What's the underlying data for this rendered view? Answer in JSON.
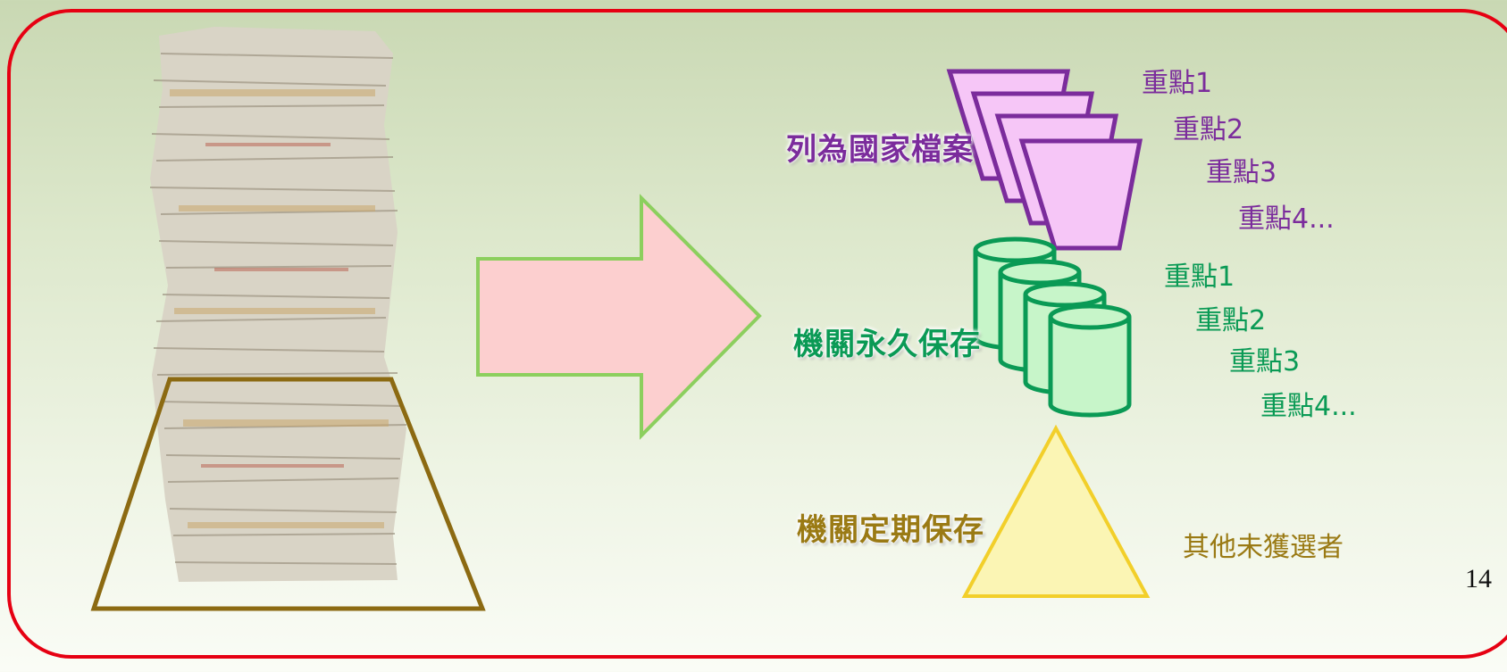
{
  "tiers": {
    "national": {
      "label": "列為國家檔案",
      "items": [
        "重點1",
        "重點2",
        "重點3",
        "重點4..."
      ],
      "color": "#7b2c9c"
    },
    "permanent": {
      "label": "機關永久保存",
      "items": [
        "重點1",
        "重點2",
        "重點3",
        "重點4..."
      ],
      "color": "#0a9a55"
    },
    "periodic": {
      "label": "機關定期保存",
      "note": "其他未獲選者",
      "color": "#9a7a14"
    }
  },
  "page_number": "14",
  "colors": {
    "frame": "#e60012",
    "arrow_fill": "#fccfcf",
    "arrow_stroke": "#8ccf5e",
    "funnel_fill": "#f6c6f7",
    "cylinder_fill": "#c7f5c9",
    "triangle_fill": "#fbf5b4",
    "outline_triangle": "#8c6a12"
  }
}
